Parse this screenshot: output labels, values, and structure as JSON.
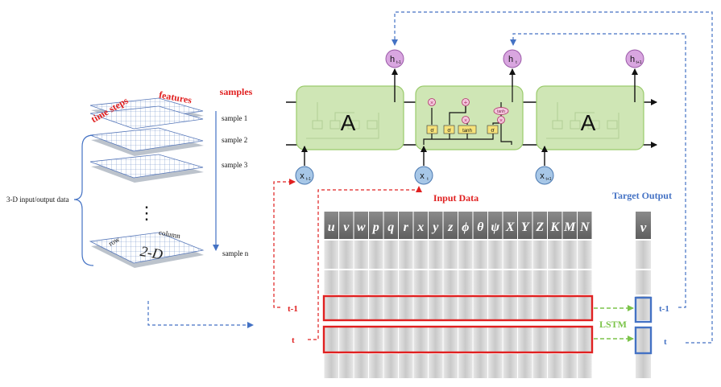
{
  "stack": {
    "time_steps_label": "time steps",
    "features_label": "features",
    "samples_label": "samples",
    "sample_labels": [
      "sample 1",
      "sample 2",
      "sample 3"
    ],
    "ellipsis": "⋮",
    "last_sample_label": "sample n",
    "row_label": "row",
    "column_label": "column",
    "layer_label": "2-D",
    "input_output_label": "3-D input/output data"
  },
  "lstm_chain": {
    "cell_label": "A",
    "hidden_labels": [
      {
        "main": "h",
        "sub": "t-1"
      },
      {
        "main": "h",
        "sub": "t"
      },
      {
        "main": "h",
        "sub": "t+1"
      }
    ],
    "input_labels": [
      {
        "main": "x",
        "sub": "t-1"
      },
      {
        "main": "x",
        "sub": "t"
      },
      {
        "main": "x",
        "sub": "t+1"
      }
    ],
    "gate_sigma": "σ",
    "gate_tanh": "tanh",
    "op_multiply": "×",
    "op_add": "+"
  },
  "input_table": {
    "title": "Input Data",
    "headers": [
      "u",
      "v",
      "w",
      "p",
      "q",
      "r",
      "x",
      "y",
      "z",
      "ϕ",
      "θ",
      "ψ",
      "X",
      "Y",
      "Z",
      "K",
      "M",
      "N"
    ]
  },
  "target_table": {
    "title": "Target Output",
    "header": "v"
  },
  "row_labels": {
    "prev": "t-1",
    "curr": "t"
  },
  "right_labels": {
    "prev": "t-1",
    "curr": "t"
  },
  "method_label": "LSTM",
  "colors": {
    "red": "#e02020",
    "blue": "#4472c4",
    "green": "#7cc44a",
    "cell_fill": "#cfe6b5",
    "cell_stroke": "#9acb6c",
    "purple": "#d9a6e0",
    "light_blue": "#a7c7e7",
    "header_gray": "#6f6f6f"
  }
}
